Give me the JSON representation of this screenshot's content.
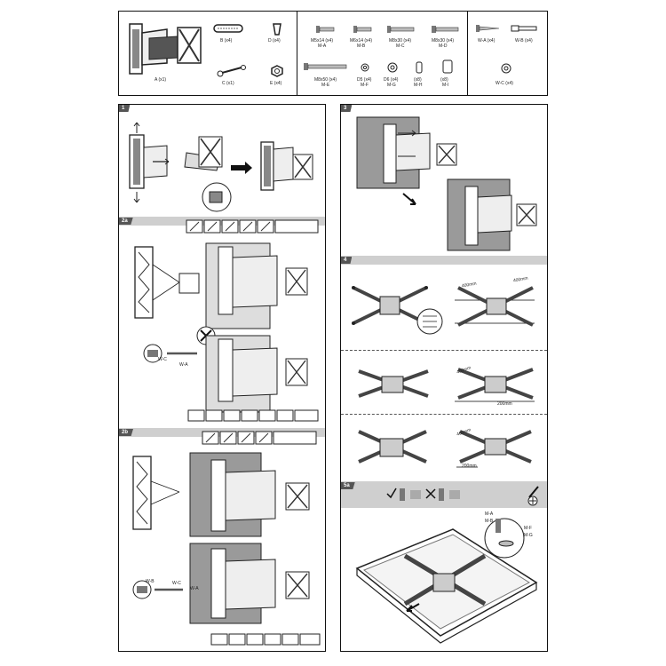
{
  "parts_top": {
    "a": "A (x1)",
    "b": "B (x4)",
    "c": "C (x1)",
    "d": "D (x4)",
    "e": "E (x4)",
    "ma": [
      "M5x14 (x4)",
      "M-A"
    ],
    "mb": [
      "M6x14 (x4)",
      "M-B"
    ],
    "mc": [
      "M8x30 (x4)",
      "M-C"
    ],
    "md": [
      "M8x30 (x4)",
      "M-D"
    ],
    "me": [
      "M8x50 (x4)",
      "M-E"
    ],
    "mf": [
      "D5 (x4)",
      "M-F"
    ],
    "mg": [
      "D6 (x4)",
      "M-G"
    ],
    "mh": [
      "(x8)",
      "M-H"
    ],
    "mi": [
      "(x8)",
      "M-I"
    ],
    "wa": "W-A (x4)",
    "wb": "W-B (x4)",
    "wc": "W-C (x4)"
  },
  "steps": {
    "s1": "1",
    "s2a": "2a",
    "s2b": "2b",
    "s3": "3",
    "s4": "4",
    "s5a": "5a"
  },
  "callouts": {
    "wc": "W-C",
    "wa": "W-A",
    "wb": "W-B",
    "ma": "M-A",
    "mb": "M-B",
    "mf": "M-F",
    "mg": "M-G"
  },
  "dimensions": {
    "d1": "400mm",
    "d2": "400mm",
    "d3": "400mm",
    "d4": "200mm",
    "d5": "400mm",
    "d6": "200mm"
  },
  "colors": {
    "frame": "#111111",
    "band": "#cfcfcf",
    "wall": "#9a9a9a",
    "metal": "#444444"
  }
}
